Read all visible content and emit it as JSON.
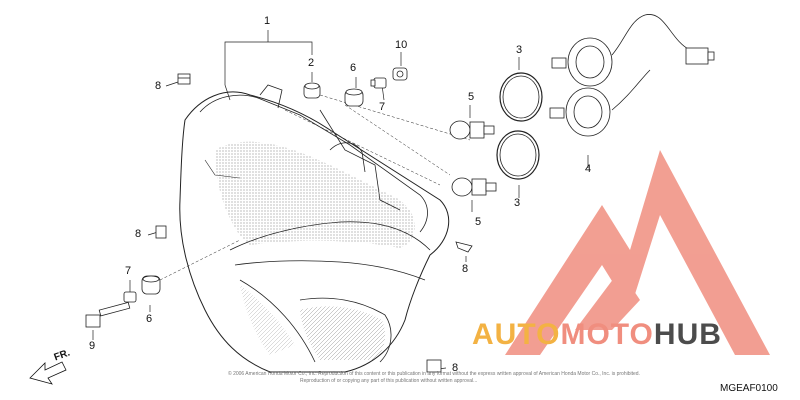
{
  "diagram": {
    "callouts": [
      {
        "id": "c1",
        "text": "1"
      },
      {
        "id": "c2",
        "text": "2"
      },
      {
        "id": "c3a",
        "text": "3"
      },
      {
        "id": "c3b",
        "text": "3"
      },
      {
        "id": "c4",
        "text": "4"
      },
      {
        "id": "c5a",
        "text": "5"
      },
      {
        "id": "c5b",
        "text": "5"
      },
      {
        "id": "c6a",
        "text": "6"
      },
      {
        "id": "c6b",
        "text": "6"
      },
      {
        "id": "c7a",
        "text": "7"
      },
      {
        "id": "c7b",
        "text": "7"
      },
      {
        "id": "c8a",
        "text": "8"
      },
      {
        "id": "c8b",
        "text": "8"
      },
      {
        "id": "c8c",
        "text": "8"
      },
      {
        "id": "c8d",
        "text": "8"
      },
      {
        "id": "c9",
        "text": "9"
      },
      {
        "id": "c10",
        "text": "10"
      }
    ],
    "direction_label": "FR.",
    "diagram_code": "MGEAF0100",
    "copyright": "© 2006 American Honda Motor Co., Inc. Reproduction of this content or this publication in any format without the express written approval of American Honda Motor Co., Inc. is prohibited.",
    "copyright_line2": "Reproduction of or copying any part of this publication without written approval..."
  },
  "watermark": {
    "part1": "AUTO",
    "part2": "MOTO",
    "part3": "HUB",
    "color_auto": "#f3b243",
    "color_moto": "#f08e7f",
    "color_hub": "#4c4c4c",
    "logo_color": "#f08e7f"
  }
}
